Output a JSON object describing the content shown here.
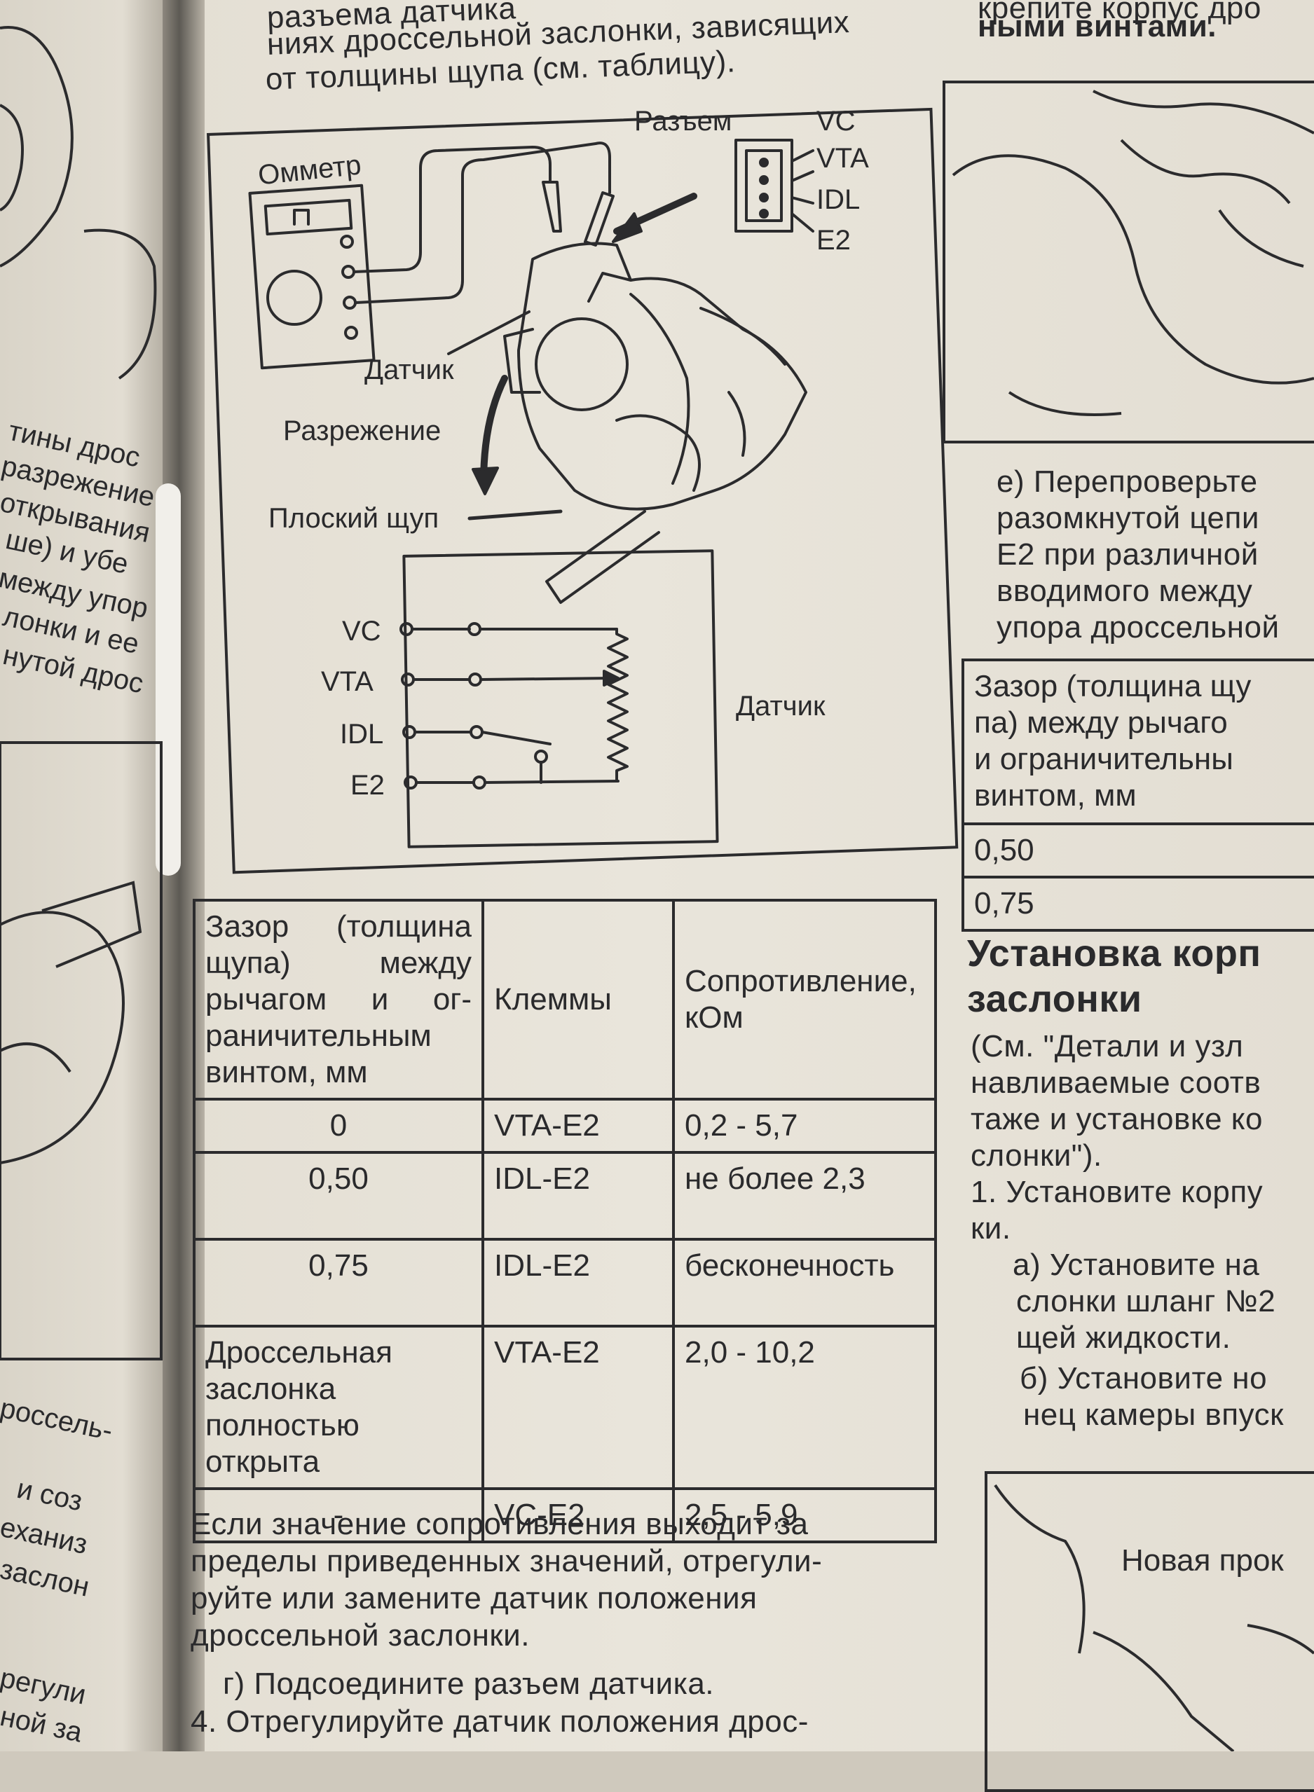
{
  "top_text": {
    "line1": "разъема датчика",
    "line2": "ниях дроссельной заслонки, зависящих",
    "line3": "от толщины щупа (см. таблицу)."
  },
  "right_top_text": {
    "line1": "крепите корпус дро",
    "line2": "ными винтами."
  },
  "figure": {
    "connector_label": "Разъем",
    "pins": [
      "VC",
      "VTA",
      "IDL",
      "E2"
    ],
    "ohmmeter_label": "Омметр",
    "sensor_label": "Датчик",
    "vacuum_label": "Разрежение",
    "feeler_label": "Плоский щуп",
    "schematic_pins": [
      "VC",
      "VTA",
      "IDL",
      "E2"
    ],
    "schematic_sensor_label": "Датчик"
  },
  "main_table": {
    "headers": [
      "Зазор (толщина щупа) между рычагом и ог-раничительным винтом, мм",
      "Клеммы",
      "Сопротивление, кОм"
    ],
    "rows": [
      [
        "0",
        "VTA-E2",
        "0,2 - 5,7"
      ],
      [
        "0,50",
        "IDL-E2",
        "не более 2,3"
      ],
      [
        "0,75",
        "IDL-E2",
        "бесконечность"
      ],
      [
        "Дроссельная заслонка полностью открыта",
        "VTA-E2",
        "2,0 - 10,2"
      ],
      [
        "-",
        "VC-E2",
        "2,5 - 5,9"
      ]
    ]
  },
  "bottom_text": {
    "p1_l1": "Если значение сопротивления выходит за",
    "p1_l2": "пределы приведенных значений, отрегули-",
    "p1_l3": "руйте или замените датчик положения",
    "p1_l4": "дроссельной заслонки.",
    "p2": "г) Подсоедините разъем датчика.",
    "p3": "4. Отрегулируйте датчик положения дрос-"
  },
  "right_column": {
    "e_l1": "е) Перепроверьте",
    "e_l2": "разомкнутой цепи",
    "e_l3": "Е2 при различной",
    "e_l4": "вводимого между",
    "e_l5": "упора дроссельной",
    "small_table": {
      "header_l1": "Зазор (толщина щу",
      "header_l2": "па) между рычаго",
      "header_l3": "и ограничительны",
      "header_l4": "винтом, мм",
      "rows": [
        "0,50",
        "0,75"
      ]
    },
    "heading_l1": "Установка корп",
    "heading_l2": "заслонки",
    "s_l1": "(См. \"Детали и узл",
    "s_l2": "навливаемые соотв",
    "s_l3": "таже и установке ко",
    "s_l4": "слонки\").",
    "s_l5": "1. Установите корпу",
    "s_l6": "ки.",
    "s_l7": "а) Установите на",
    "s_l8": "слонки шланг №2",
    "s_l9": "щей жидкости.",
    "s_l10": "б) Установите но",
    "s_l11": "нец камеры впуск",
    "fig_label": "Новая прок"
  },
  "left_page_fragments": [
    "тины дрос",
    "разрежение",
    "открывания",
    "ше) и убе",
    "между упор",
    "лонки и ее",
    "нутой дрос",
    "россель-",
    "и соз",
    "еханиз",
    "заслон",
    "регули",
    "ной за"
  ]
}
